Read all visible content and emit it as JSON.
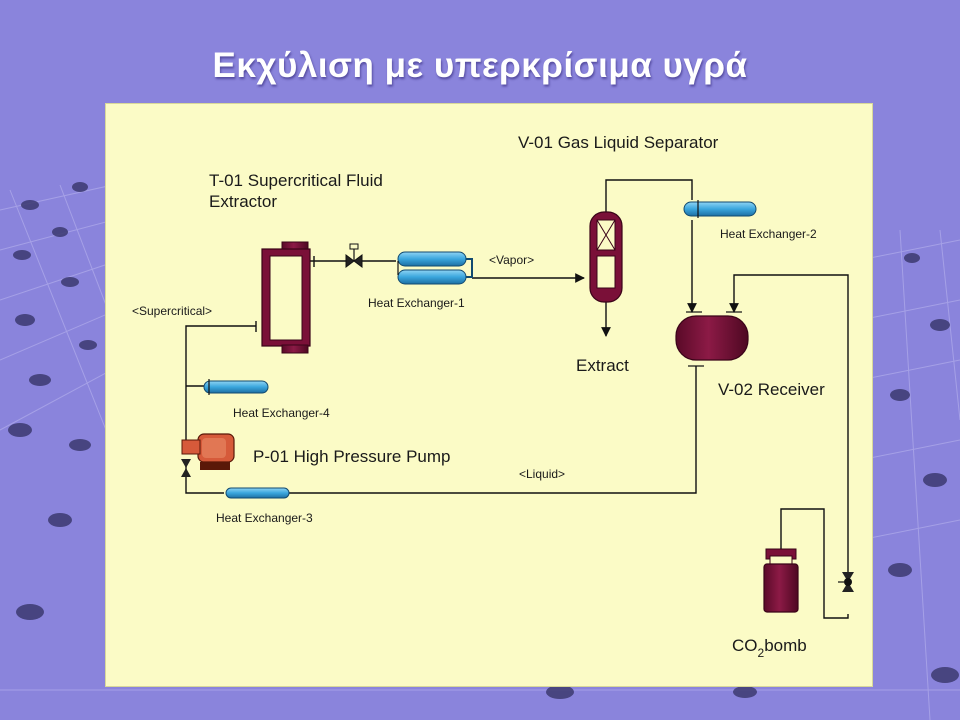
{
  "slide": {
    "title": "Εκχύλιση με υπερκρίσιμα υγρά",
    "colors": {
      "background": "#8a84dc",
      "panel": "#fbfbc6",
      "vessel": "#7a1038",
      "exchanger": "#3aa6dd",
      "pump": "#d65a3a"
    }
  },
  "diagram": {
    "extractor_label_line1": "T-01 Supercritical Fluid",
    "extractor_label_line2": "Extractor",
    "separator_label": "V-01 Gas Liquid Separator",
    "hx1_label": "Heat Exchanger-1",
    "hx2_label": "Heat Exchanger-2",
    "hx3_label": "Heat Exchanger-3",
    "hx4_label": "Heat Exchanger-4",
    "vapor_label": "<Vapor>",
    "supercritical_label": "<Supercritical>",
    "liquid_label": "<Liquid>",
    "extract_label": "Extract",
    "receiver_label": "V-02 Receiver",
    "pump_label": "P-01 High Pressure Pump",
    "co2_main": "CO",
    "co2_sub": "2",
    "co2_rest": "bomb"
  }
}
